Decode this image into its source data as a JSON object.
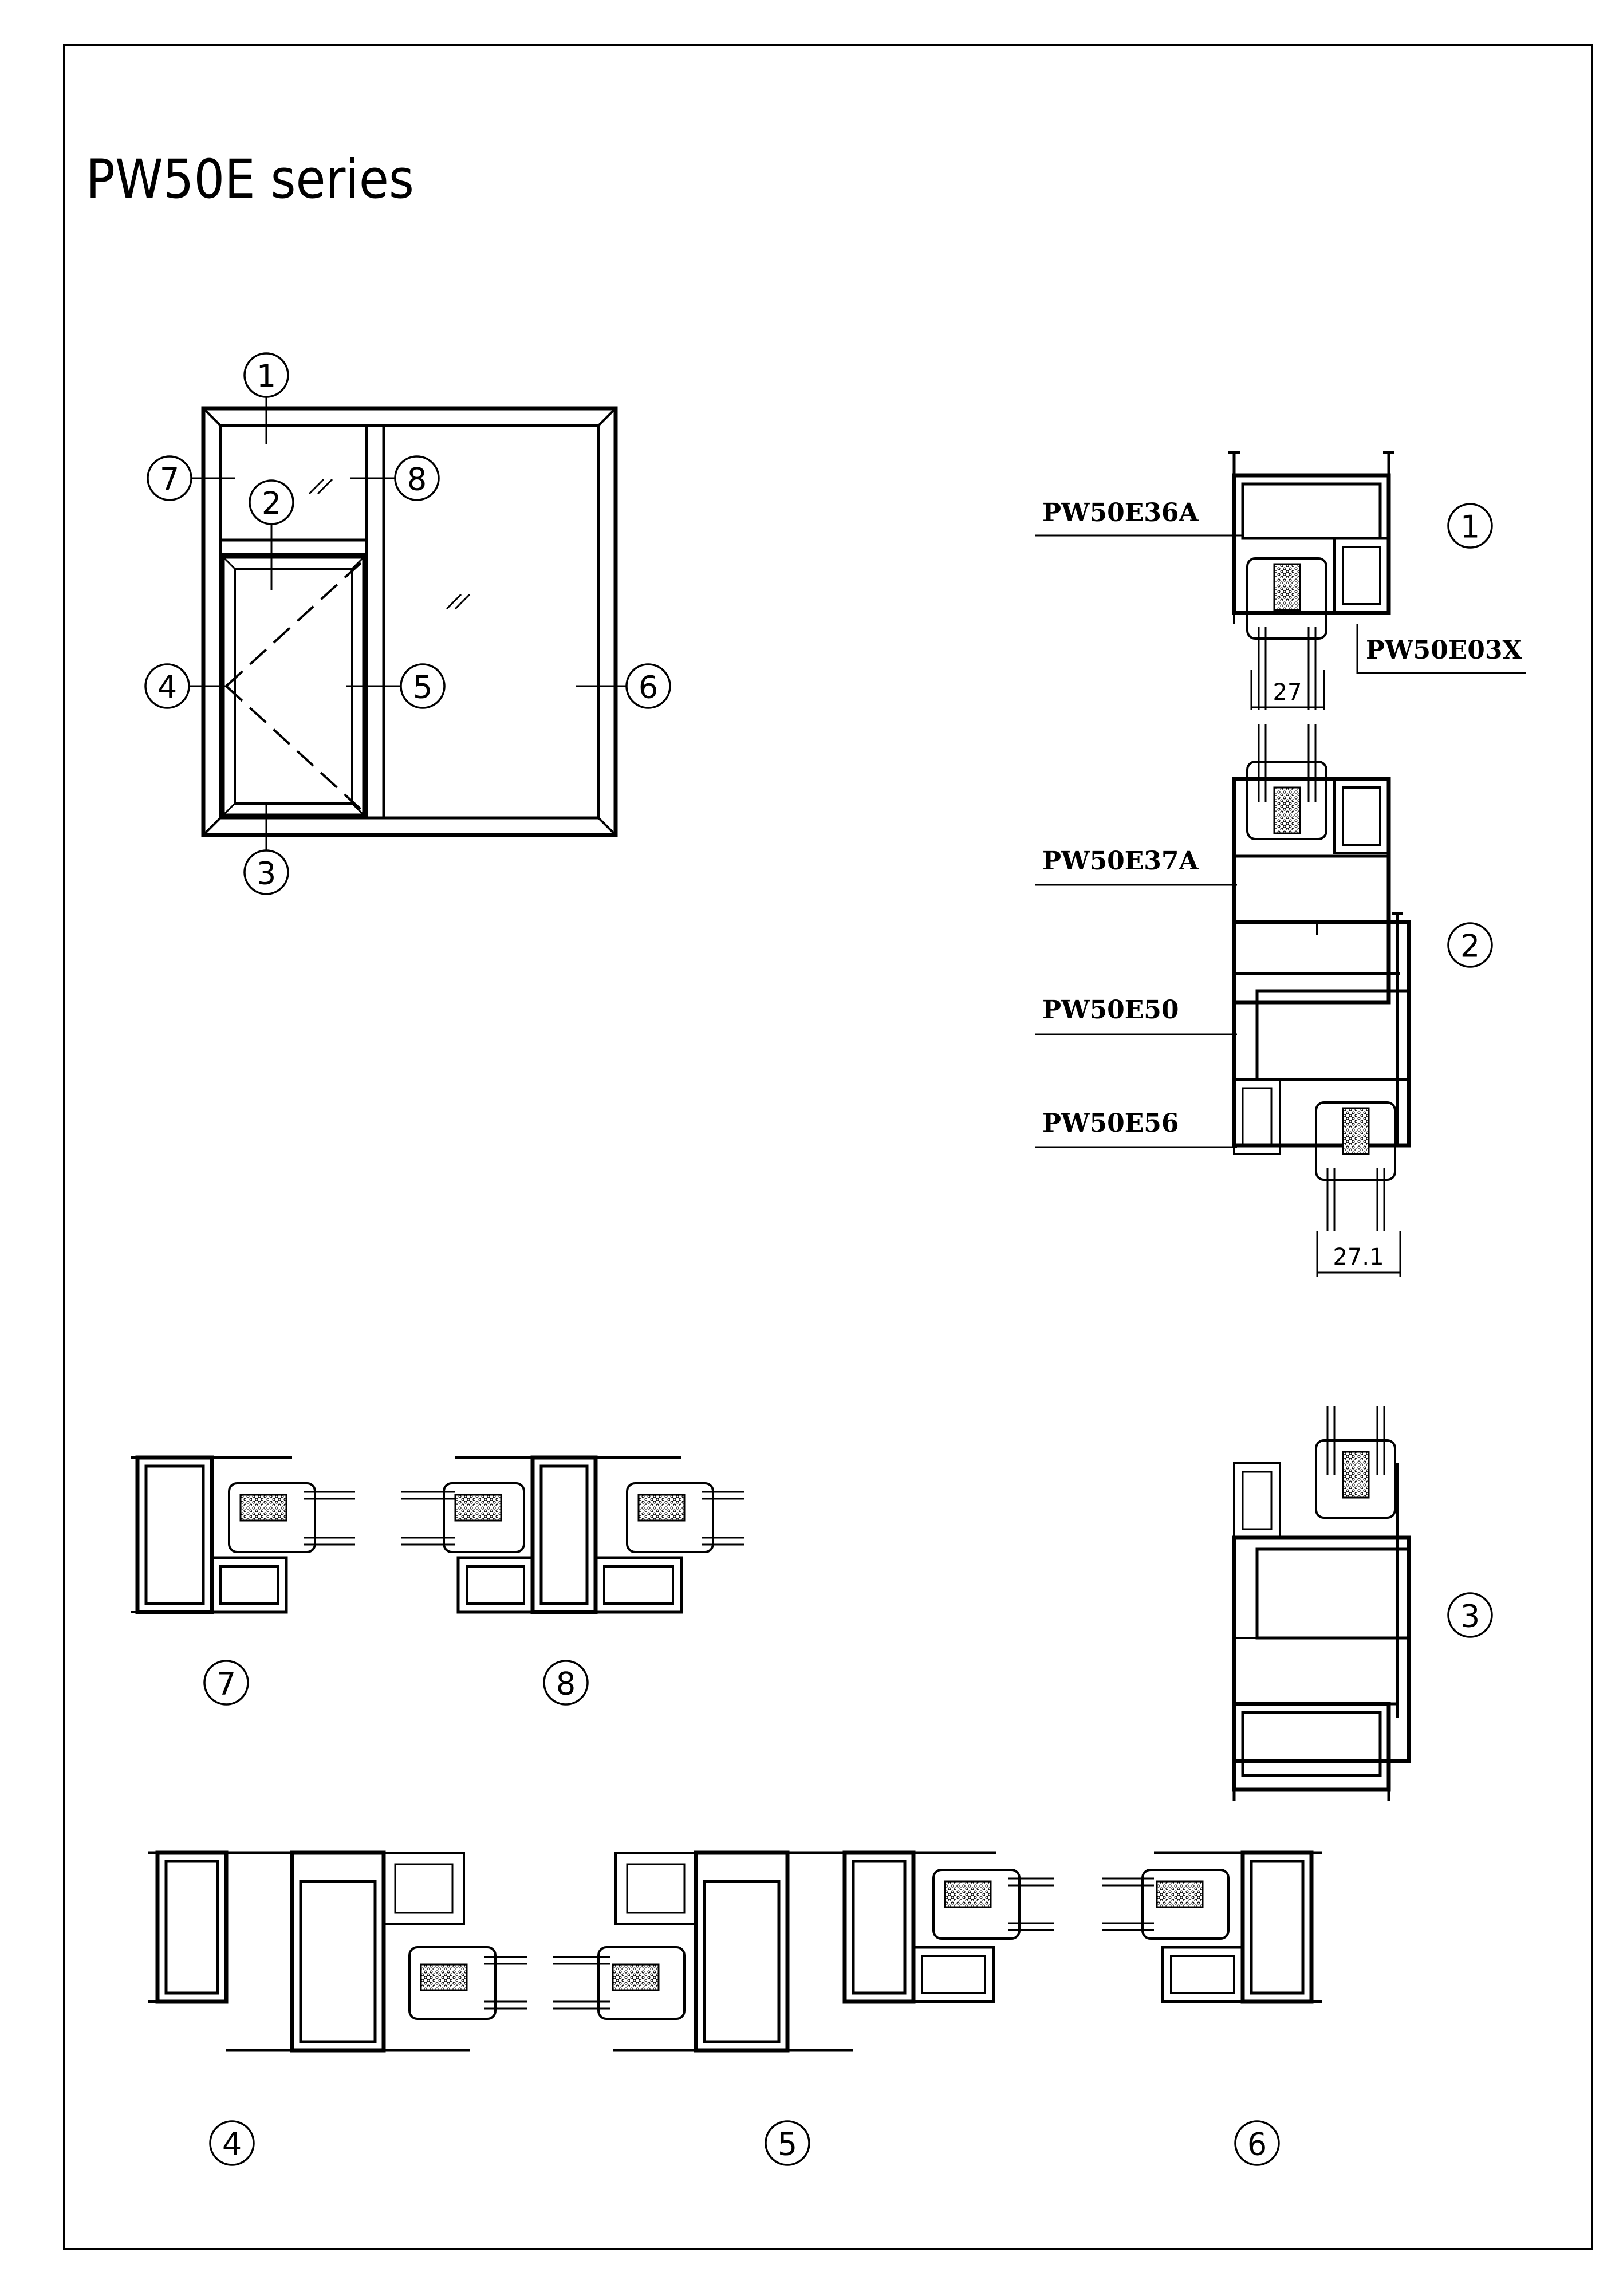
{
  "title": "PW50E series",
  "callouts": {
    "c1": "1",
    "c2": "2",
    "c3": "3",
    "c4": "4",
    "c5": "5",
    "c6": "6",
    "c7": "7",
    "c8": "8"
  },
  "profiles": {
    "top_frame": "PW50E36A",
    "bead_top": "PW50E03X",
    "transom_frame": "PW50E37A",
    "sash": "PW50E50",
    "sash_bead": "PW50E56"
  },
  "dimensions": {
    "glass_top": "27",
    "glass_sash": "27.1"
  }
}
